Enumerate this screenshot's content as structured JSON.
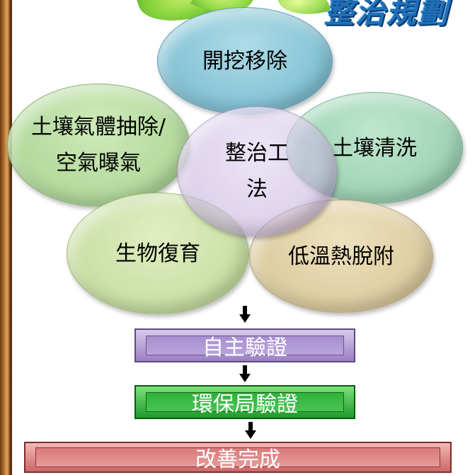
{
  "corner_title": "整治規劃",
  "center": {
    "lines": [
      "整治工",
      "法"
    ]
  },
  "methods": {
    "top": {
      "lines": [
        "開挖移除"
      ]
    },
    "left": {
      "lines": [
        "土壤氣體抽除/",
        "空氣曝氣"
      ]
    },
    "right": {
      "lines": [
        "土壤清洗"
      ]
    },
    "bottom_left": {
      "lines": [
        "生物復育"
      ]
    },
    "bottom_right": {
      "lines": [
        "低溫熱脫附"
      ]
    }
  },
  "steps": [
    "自主驗證",
    "環保局驗證",
    "改善完成"
  ],
  "colors": {
    "step1": "#9a80c4",
    "step2": "#1f9a2b",
    "step3": "#cc6767",
    "corner_title": "#1f6fb8"
  }
}
